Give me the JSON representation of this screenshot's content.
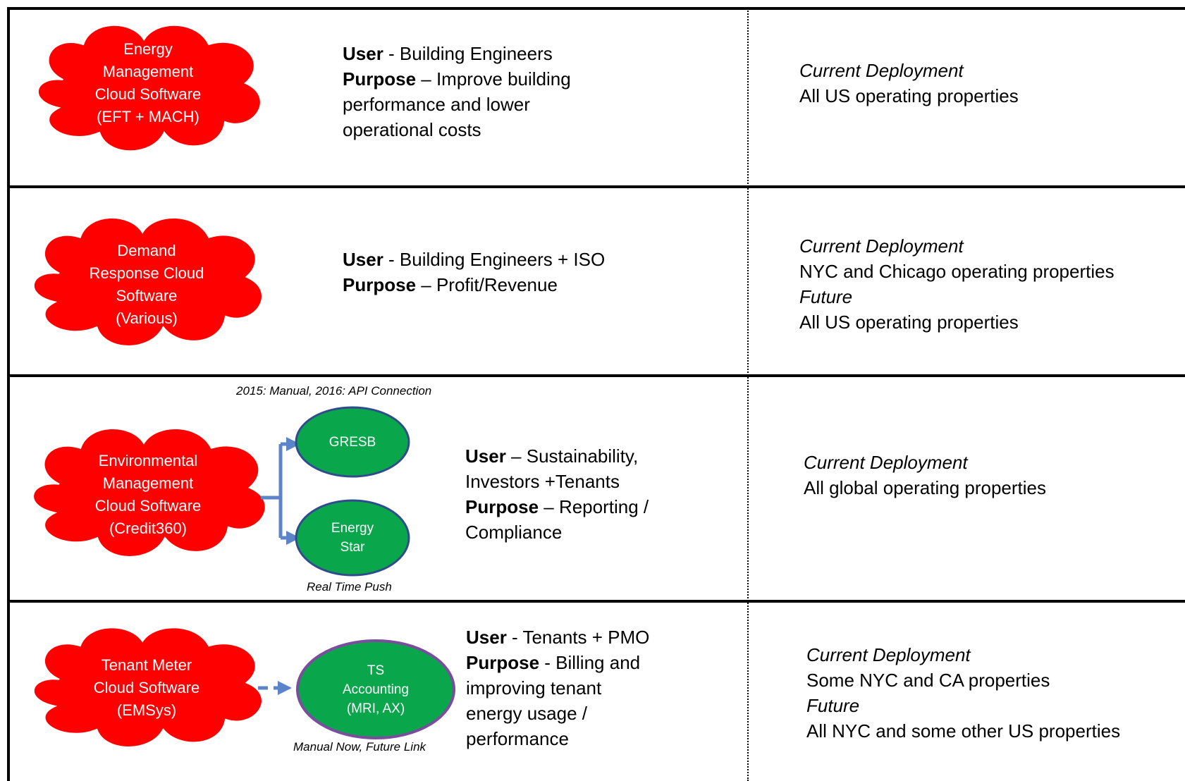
{
  "rows": [
    {
      "cloud": [
        "Energy",
        "Management",
        "Cloud Software",
        "(EFT + MACH)"
      ],
      "user_label": "User",
      "user_text": " - Building Engineers",
      "purpose_label": "Purpose",
      "purpose_text": " – Improve building",
      "purpose_extra": [
        "performance and lower",
        "operational costs"
      ],
      "deploy": [
        {
          "text": "Current Deployment",
          "italic": true
        },
        {
          "text": "All US operating properties",
          "italic": false
        }
      ]
    },
    {
      "cloud": [
        "Demand",
        "Response Cloud",
        "Software",
        "(Various)"
      ],
      "user_label": "User",
      "user_text": " - Building Engineers + ISO",
      "purpose_label": "Purpose",
      "purpose_text": " – Profit/Revenue",
      "purpose_extra": [],
      "deploy": [
        {
          "text": "Current Deployment",
          "italic": true
        },
        {
          "text": "NYC and Chicago operating properties",
          "italic": false
        },
        {
          "text": "Future",
          "italic": true
        },
        {
          "text": "All US operating properties",
          "italic": false
        }
      ]
    },
    {
      "cloud": [
        "Environmental",
        "Management",
        "Cloud Software",
        "(Credit360)"
      ],
      "targets": [
        [
          "GRESB"
        ],
        [
          "Energy",
          "Star"
        ]
      ],
      "caption_top": "2015: Manual, 2016: API Connection",
      "caption_bottom": "Real Time Push",
      "user_label": "User",
      "user_text": " – Sustainability,",
      "user_extra": "Investors +Tenants",
      "purpose_label": "Purpose",
      "purpose_text": " – Reporting /",
      "purpose_extra": [
        "Compliance"
      ],
      "deploy": [
        {
          "text": "Current Deployment",
          "italic": true
        },
        {
          "text": "All global operating properties",
          "italic": false
        }
      ]
    },
    {
      "cloud": [
        "Tenant Meter",
        "Cloud Software",
        "(EMSys)"
      ],
      "targets": [
        [
          "TS",
          "Accounting",
          "(MRI, AX)"
        ]
      ],
      "caption_bottom": "Manual Now, Future Link",
      "user_label": "User",
      "user_text": " - Tenants + PMO",
      "purpose_label": "Purpose",
      "purpose_text": " - Billing and",
      "purpose_extra": [
        "improving tenant",
        "energy usage /",
        "performance"
      ],
      "deploy": [
        {
          "text": "Current Deployment",
          "italic": true
        },
        {
          "text": "Some NYC and CA properties",
          "italic": false
        },
        {
          "text": "Future",
          "italic": true
        },
        {
          "text": "All NYC and some other US properties",
          "italic": false
        }
      ]
    }
  ],
  "colors": {
    "cloud_fill": "#ff0000",
    "cloud_stroke": "#ffffff",
    "ellipse_fill": "#0aa64b",
    "ellipse_stroke": "#2f4d8c",
    "ellipse4_stroke": "#7b4d9e",
    "arrow": "#5b85c8",
    "border": "#000000"
  }
}
